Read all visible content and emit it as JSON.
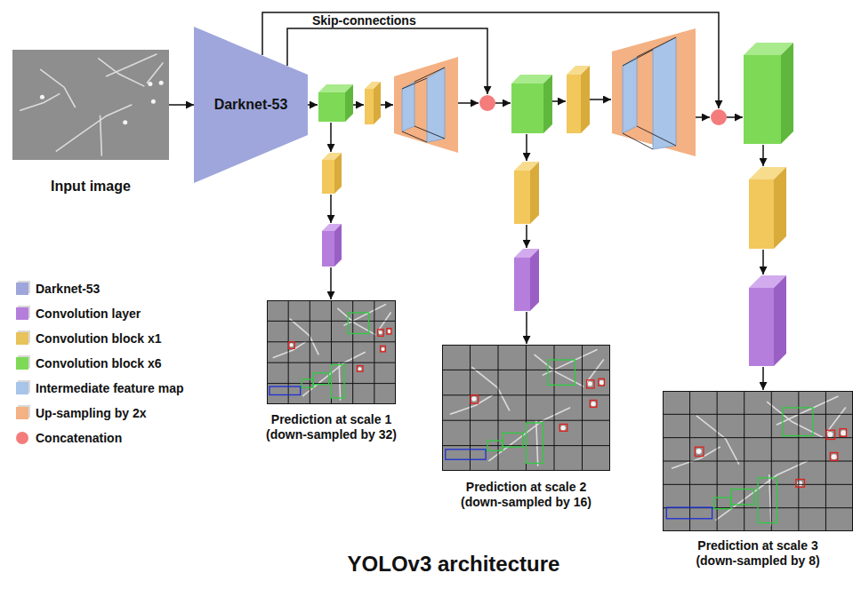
{
  "diagram": {
    "title": "YOLOv3 architecture",
    "nodes": [
      {
        "text": [
          "Input image"
        ]
      },
      {
        "text": [
          "Darknet-53"
        ]
      },
      {
        "text": [
          "Prediction at scale 1 (down-sampled by 32)"
        ]
      },
      {
        "text": [
          "Prediction at scale 2 (down-sampled by 16)"
        ]
      },
      {
        "text": [
          "Prediction at scale 3 (down-sampled by 8)"
        ]
      }
    ],
    "edges": [
      {
        "from": 0,
        "to": 1,
        "arrow": "to"
      }
    ],
    "labels": [
      "Skip-connections"
    ],
    "legend": [
      {
        "text": "Darknet-53",
        "color": "#9ea6dc"
      },
      {
        "text": "Convolution layer",
        "color": "#b57edc"
      },
      {
        "text": "Convolution block x1",
        "color": "#e8c25a"
      },
      {
        "text": "Convolution block x6",
        "color": "#7ed957"
      },
      {
        "text": "Intermediate feature map",
        "color": "#a8c4e8"
      },
      {
        "text": "Up-sampling by 2x",
        "color": "#f4b183"
      },
      {
        "text": "Concatenation",
        "color": "#f47c7c"
      }
    ]
  }
}
